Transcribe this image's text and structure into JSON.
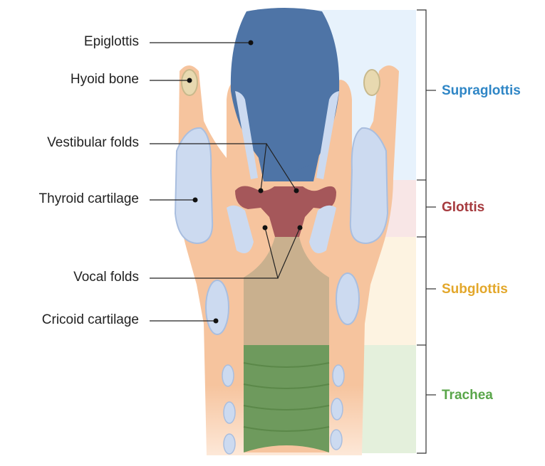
{
  "labels": {
    "epiglottis": "Epiglottis",
    "hyoid_bone": "Hyoid bone",
    "vestibular_folds": "Vestibular folds",
    "thyroid_cartilage": "Thyroid cartilage",
    "vocal_folds": "Vocal folds",
    "cricoid_cartilage": "Cricoid cartilage"
  },
  "regions": {
    "supraglottis": "Supraglottis",
    "glottis": "Glottis",
    "subglottis": "Subglottis",
    "trachea": "Trachea"
  },
  "colors": {
    "supraglottis": "#2f86c6",
    "glottis": "#a63a3e",
    "subglottis": "#e3a72a",
    "trachea": "#5aa64a",
    "tissue": "#f6c49e",
    "cartilage": "#ccdaf0",
    "epiglottis": "#4e74a6"
  }
}
